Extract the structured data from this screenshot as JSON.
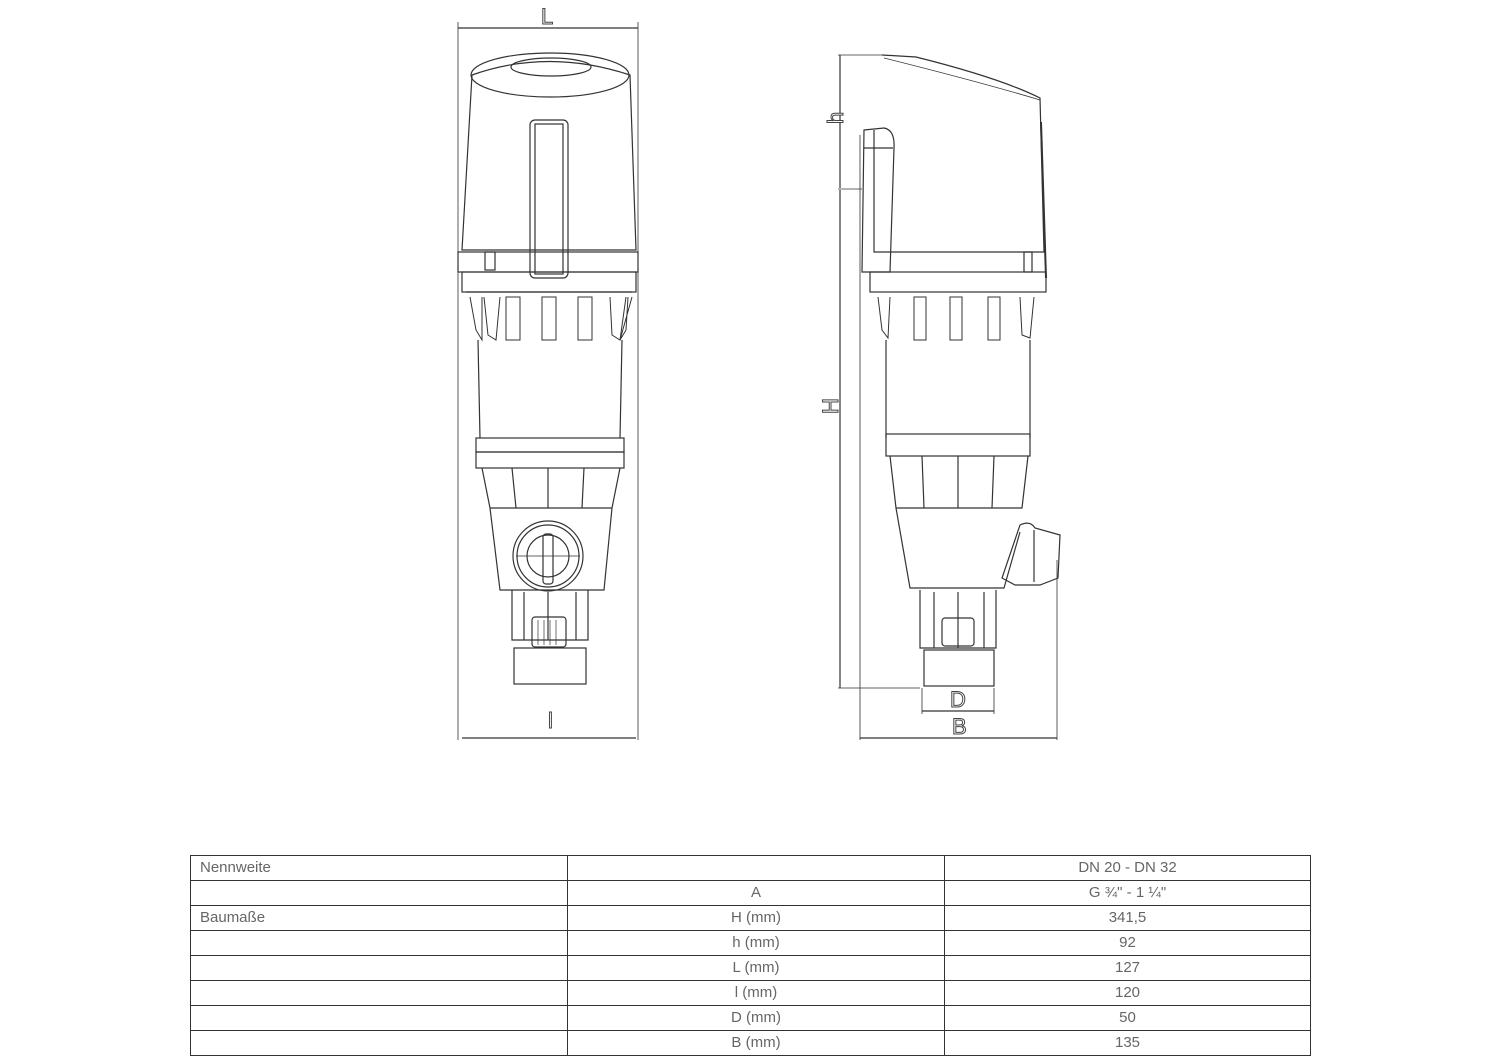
{
  "drawing": {
    "front_view": {
      "dimension_labels": {
        "top_width": "L",
        "bottom_width": "l"
      }
    },
    "side_view": {
      "dimension_labels": {
        "head_height": "h",
        "total_height": "H",
        "connection_diameter": "D",
        "total_depth": "B"
      }
    }
  },
  "table": {
    "header": {
      "label": "Nennweite",
      "middle": "",
      "value": "DN 20 - DN 32"
    },
    "rows": [
      {
        "label": "",
        "param": "A",
        "value": "G ¾\" - 1 ¼\""
      },
      {
        "label": "Baumaße",
        "param": "H (mm)",
        "value": "341,5"
      },
      {
        "label": "",
        "param": "h (mm)",
        "value": "92"
      },
      {
        "label": "",
        "param": "L (mm)",
        "value": "127"
      },
      {
        "label": "",
        "param": "l (mm)",
        "value": "120"
      },
      {
        "label": "",
        "param": "D (mm)",
        "value": "50"
      },
      {
        "label": "",
        "param": "B (mm)",
        "value": "135"
      }
    ]
  }
}
